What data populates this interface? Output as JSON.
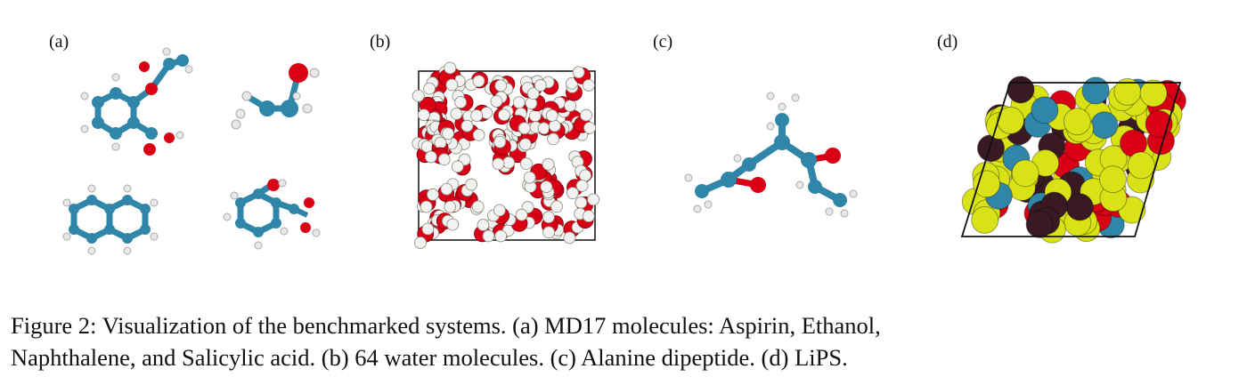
{
  "panels": {
    "a": {
      "label": "(a)"
    },
    "b": {
      "label": "(b)"
    },
    "c": {
      "label": "(c)"
    },
    "d": {
      "label": "(d)"
    }
  },
  "colors": {
    "carbon": "#2f86a8",
    "oxygen": "#d90016",
    "hydrogen": "#f2f2f2",
    "sulfur": "#d9e216",
    "dark": "#3a1a22",
    "cell": "#111111"
  },
  "caption": {
    "line1": "Figure 2: Visualization of the benchmarked systems. (a) MD17 molecules: Aspirin, Ethanol,",
    "line2": "Naphthalene, and Salicylic acid. (b) 64 water molecules. (c) Alanine dipeptide. (d) LiPS."
  }
}
